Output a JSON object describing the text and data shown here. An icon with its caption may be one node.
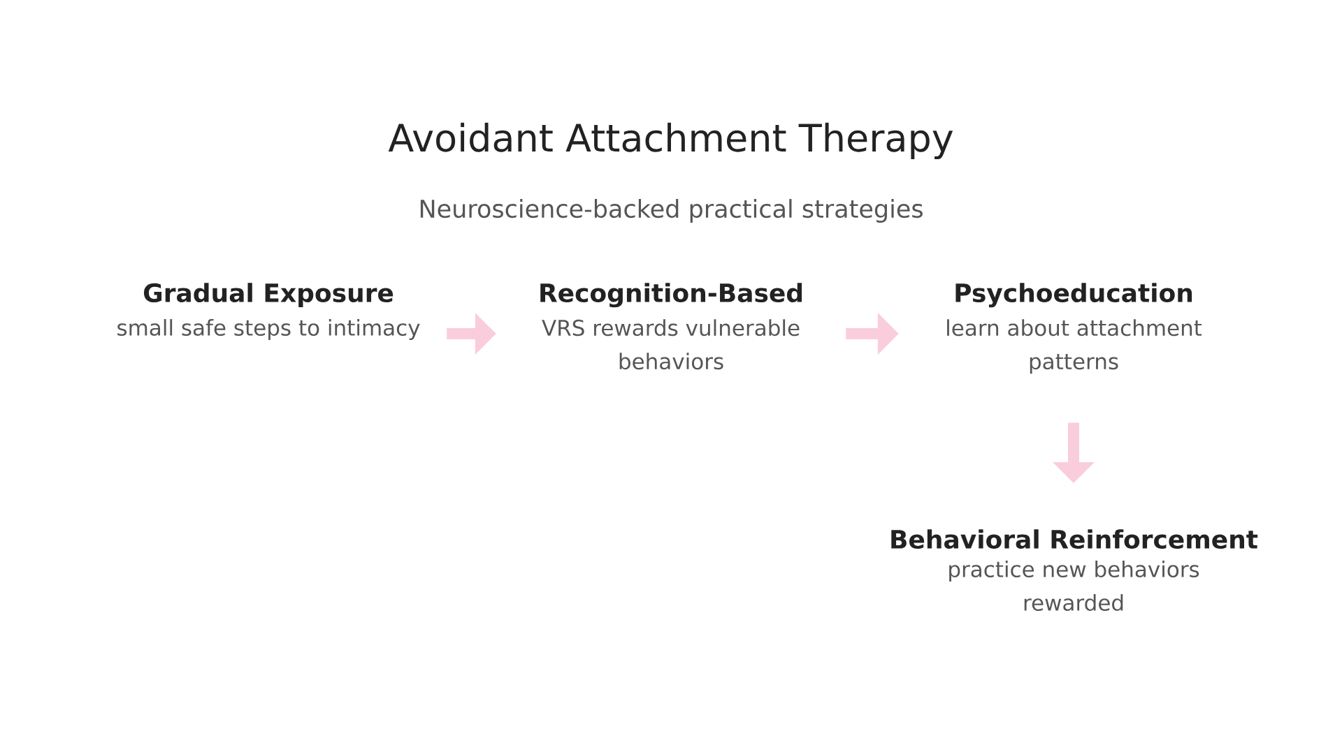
{
  "diagram": {
    "title": "Avoidant Attachment Therapy",
    "caption": "Neuroscience-backed practical strategies",
    "nodes": [
      {
        "text": [
          "Gradual Exposure",
          "small safe steps to intimacy"
        ]
      },
      {
        "text": [
          "Recognition-Based",
          "VRS rewards vulnerable behaviors"
        ]
      },
      {
        "text": [
          "Psychoeducation",
          "learn about attachment patterns"
        ]
      },
      {
        "text": [
          "Behavioral Reinforcement",
          "practice new behaviors rewarded"
        ]
      }
    ],
    "edges": [
      {
        "from": 0,
        "to": 1,
        "arrow": "to"
      },
      {
        "from": 1,
        "to": 2,
        "arrow": "to"
      },
      {
        "from": 2,
        "to": 3,
        "arrow": "to"
      }
    ]
  }
}
